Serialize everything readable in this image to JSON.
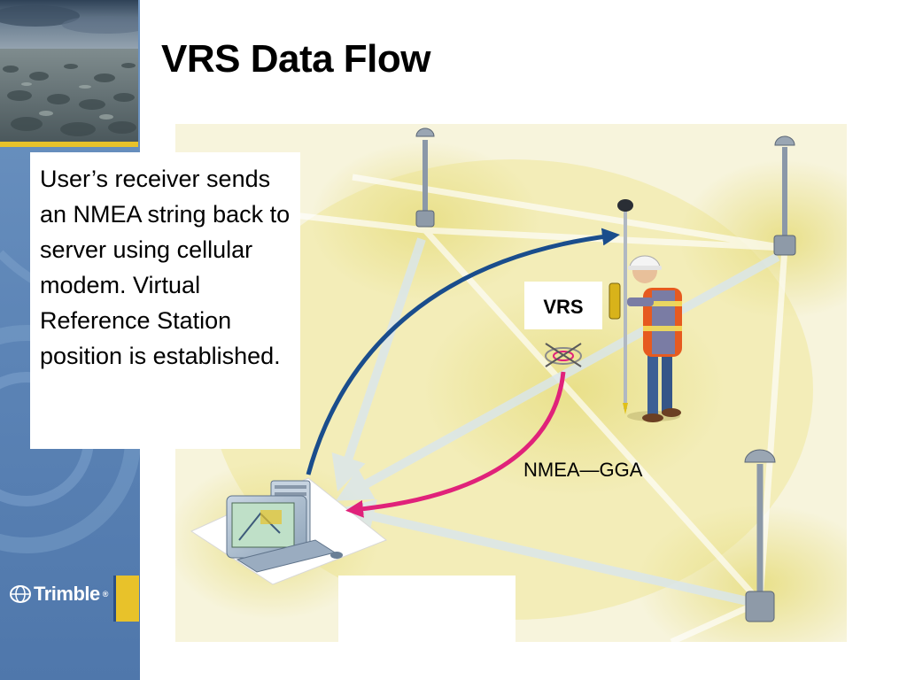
{
  "slide": {
    "title": "VRS Data Flow",
    "callout_text": "User’s receiver sends an NMEA string back to server using cellular modem. Virtual Reference Station position is established.",
    "vrs_label": "VRS",
    "message_label": "NMEA—GGA"
  },
  "brand": {
    "logo_text": "Trimble",
    "logo_mark": "®",
    "accent_color": "#e8c22a",
    "sidebar_color": "#5b83b5"
  },
  "illustration": {
    "upload_arrow_color": "#1a4d8c",
    "message_arrow_color": "#e0227a",
    "ground_color": "#eee69a"
  }
}
